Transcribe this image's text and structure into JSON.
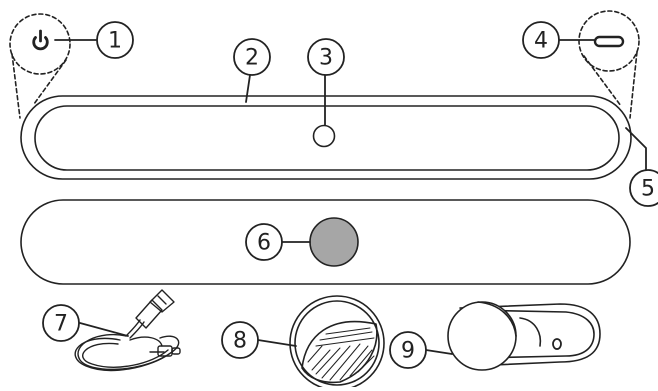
{
  "diagram": {
    "callouts": [
      {
        "number": "1",
        "part": "power-button"
      },
      {
        "number": "2",
        "part": "light-bar-body"
      },
      {
        "number": "3",
        "part": "sensor"
      },
      {
        "number": "4",
        "part": "usb-c-port"
      },
      {
        "number": "5",
        "part": "bar-end"
      },
      {
        "number": "6",
        "part": "magnet"
      },
      {
        "number": "7",
        "part": "usb-cable"
      },
      {
        "number": "8",
        "part": "adhesive-pad"
      },
      {
        "number": "9",
        "part": "wall-mount"
      }
    ],
    "icons": {
      "power": "power-icon",
      "usb_c": "usb-c-port-icon",
      "cable": "usb-cable-icon"
    },
    "colors": {
      "line": "#222222",
      "magnet_fill": "#a6a6a6",
      "background": "#ffffff"
    }
  }
}
